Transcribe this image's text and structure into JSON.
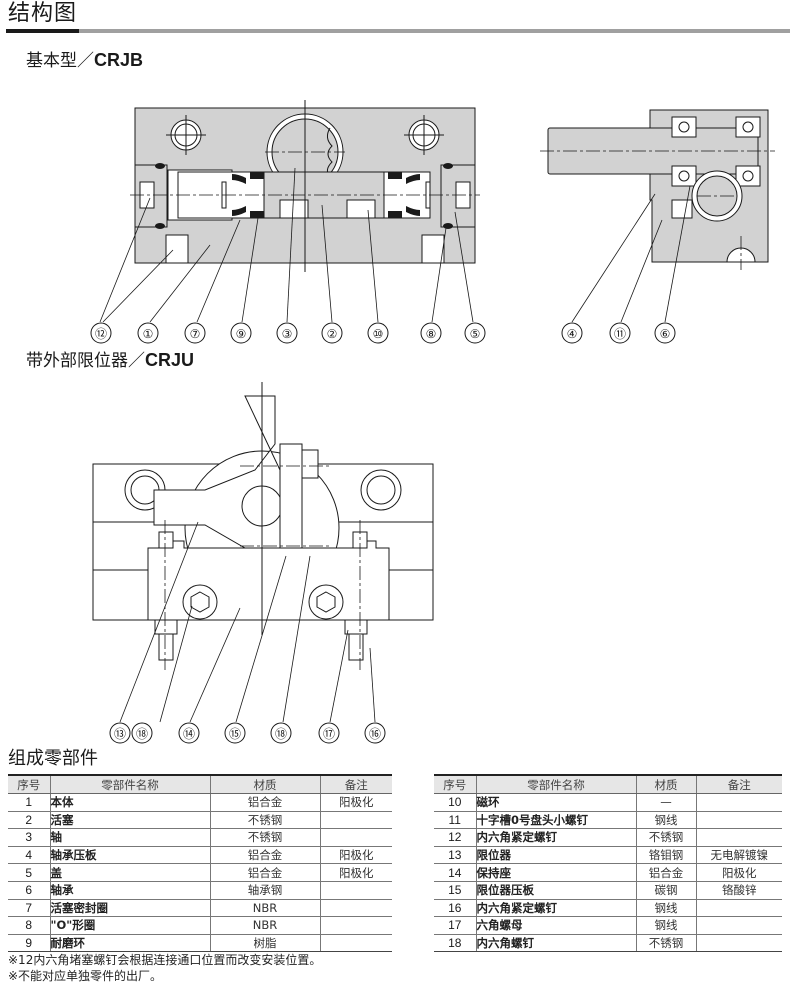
{
  "page_title": "结构图",
  "sections": {
    "basic": {
      "title_cn": "基本型／",
      "title_model": "CRJB"
    },
    "limiter": {
      "title_cn": "带外部限位器／",
      "title_model": "CRJU"
    }
  },
  "callouts": {
    "basic_front": [
      "⑫",
      "①",
      "⑦",
      "⑨",
      "③",
      "②",
      "⑩",
      "⑧",
      "⑤"
    ],
    "basic_side": [
      "④",
      "⑪",
      "⑥"
    ],
    "limiter": [
      "⑬",
      "⑱",
      "⑭",
      "⑮",
      "⑱",
      "⑰",
      "⑯"
    ]
  },
  "colors": {
    "body_fill": "#d2d2d2",
    "line": "#1a1a1a",
    "header_bg": "#e6e6e6",
    "rule_dark": "#1a1a1a",
    "rule_gray": "#a0a0a0"
  },
  "parts_title": "组成零部件",
  "table_headers": {
    "no": "序号",
    "name": "零部件名称",
    "material": "材质",
    "note": "备注"
  },
  "parts_left": [
    {
      "no": "1",
      "name": "本体",
      "material": "铝合金",
      "note": "阳极化"
    },
    {
      "no": "2",
      "name": "活塞",
      "material": "不锈钢",
      "note": ""
    },
    {
      "no": "3",
      "name": "轴",
      "material": "不锈钢",
      "note": ""
    },
    {
      "no": "4",
      "name": "轴承压板",
      "material": "铝合金",
      "note": "阳极化"
    },
    {
      "no": "5",
      "name": "盖",
      "material": "铝合金",
      "note": "阳极化"
    },
    {
      "no": "6",
      "name": "轴承",
      "material": "轴承钢",
      "note": ""
    },
    {
      "no": "7",
      "name": "活塞密封圈",
      "material": "NBR",
      "note": ""
    },
    {
      "no": "8",
      "name": "\"O\"形圈",
      "material": "NBR",
      "note": ""
    },
    {
      "no": "9",
      "name": "耐磨环",
      "material": "树脂",
      "note": ""
    }
  ],
  "parts_right": [
    {
      "no": "10",
      "name": "磁环",
      "material": "—",
      "note": ""
    },
    {
      "no": "11",
      "name": "十字槽0号盘头小螺钉",
      "material": "钢线",
      "note": ""
    },
    {
      "no": "12",
      "name": "内六角紧定螺钉",
      "material": "不锈钢",
      "note": ""
    },
    {
      "no": "13",
      "name": "限位器",
      "material": "铬钼钢",
      "note": "无电解镀镍"
    },
    {
      "no": "14",
      "name": "保持座",
      "material": "铝合金",
      "note": "阳极化"
    },
    {
      "no": "15",
      "name": "限位器压板",
      "material": "碳钢",
      "note": "铬酸锌"
    },
    {
      "no": "16",
      "name": "内六角紧定螺钉",
      "material": "钢线",
      "note": ""
    },
    {
      "no": "17",
      "name": "六角螺母",
      "material": "钢线",
      "note": ""
    },
    {
      "no": "18",
      "name": "内六角螺钉",
      "material": "不锈钢",
      "note": ""
    }
  ],
  "footnotes": [
    "※12内六角堵塞螺钉会根据连接通口位置而改变安装位置。",
    "※不能对应单独零件的出厂。"
  ]
}
